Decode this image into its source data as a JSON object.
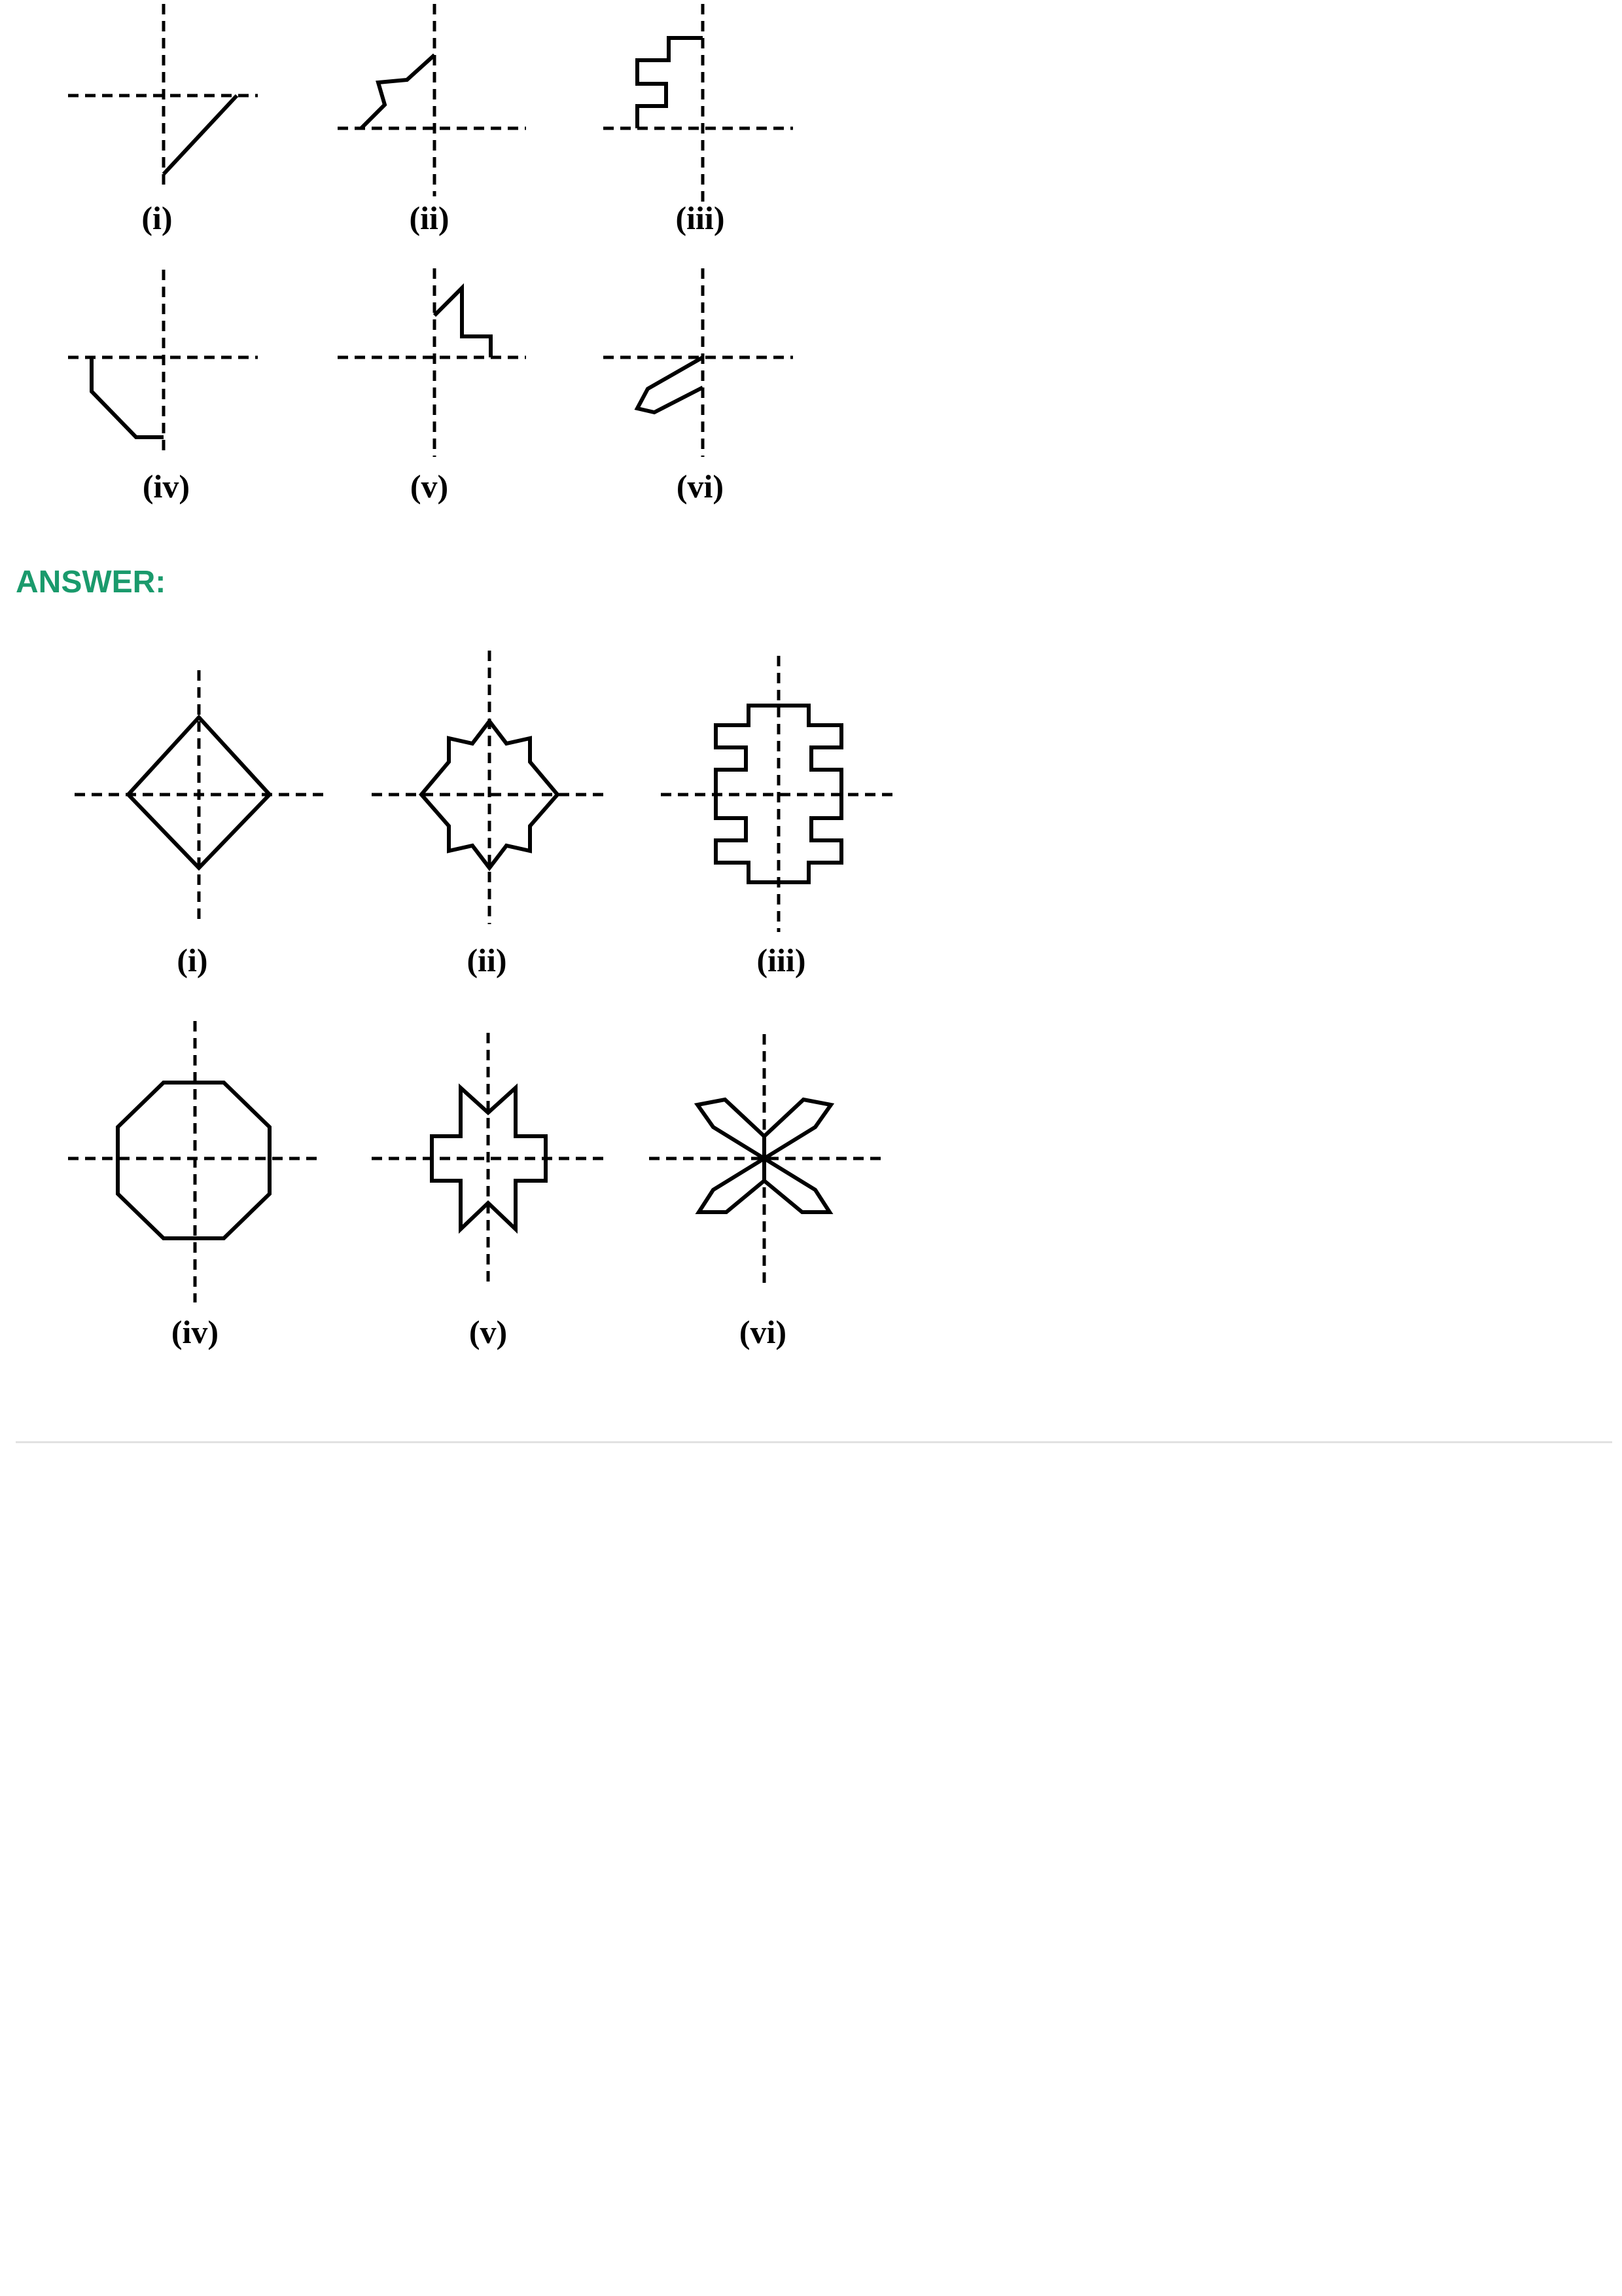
{
  "question_figures": {
    "labels": [
      "(i)",
      "(ii)",
      "(iii)",
      "(iv)",
      "(v)",
      "(vi)"
    ]
  },
  "answer": {
    "heading": "ANSWER:",
    "heading_color": "#1a9a6c",
    "labels": [
      "(i)",
      "(ii)",
      "(iii)",
      "(iv)",
      "(v)",
      "(vi)"
    ]
  }
}
